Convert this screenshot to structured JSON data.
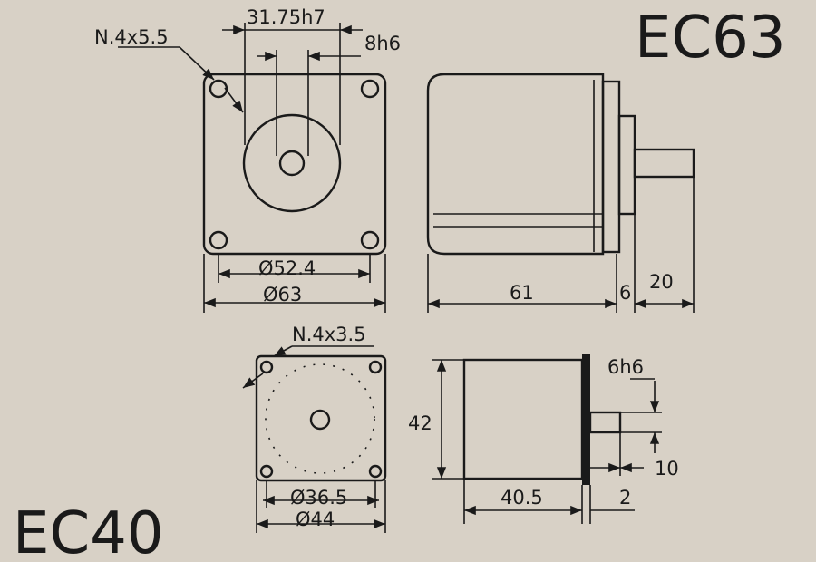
{
  "models": {
    "large": {
      "name": "EC63",
      "labels": {
        "mount_holes": "N.4x5.5",
        "pilot": "31.75h7",
        "shaft": "8h6",
        "bolt_circle": "Ø52.4",
        "flange": "Ø63",
        "body_length": "61",
        "pilot_length": "6",
        "shaft_length": "20"
      }
    },
    "small": {
      "name": "EC40",
      "labels": {
        "mount_holes": "N.4x3.5",
        "shaft": "6h6",
        "height": "42",
        "bolt_circle": "Ø36.5",
        "flange": "Ø44",
        "body_length": "40.5",
        "flange_thickness": "2",
        "shaft_length": "10"
      }
    }
  }
}
